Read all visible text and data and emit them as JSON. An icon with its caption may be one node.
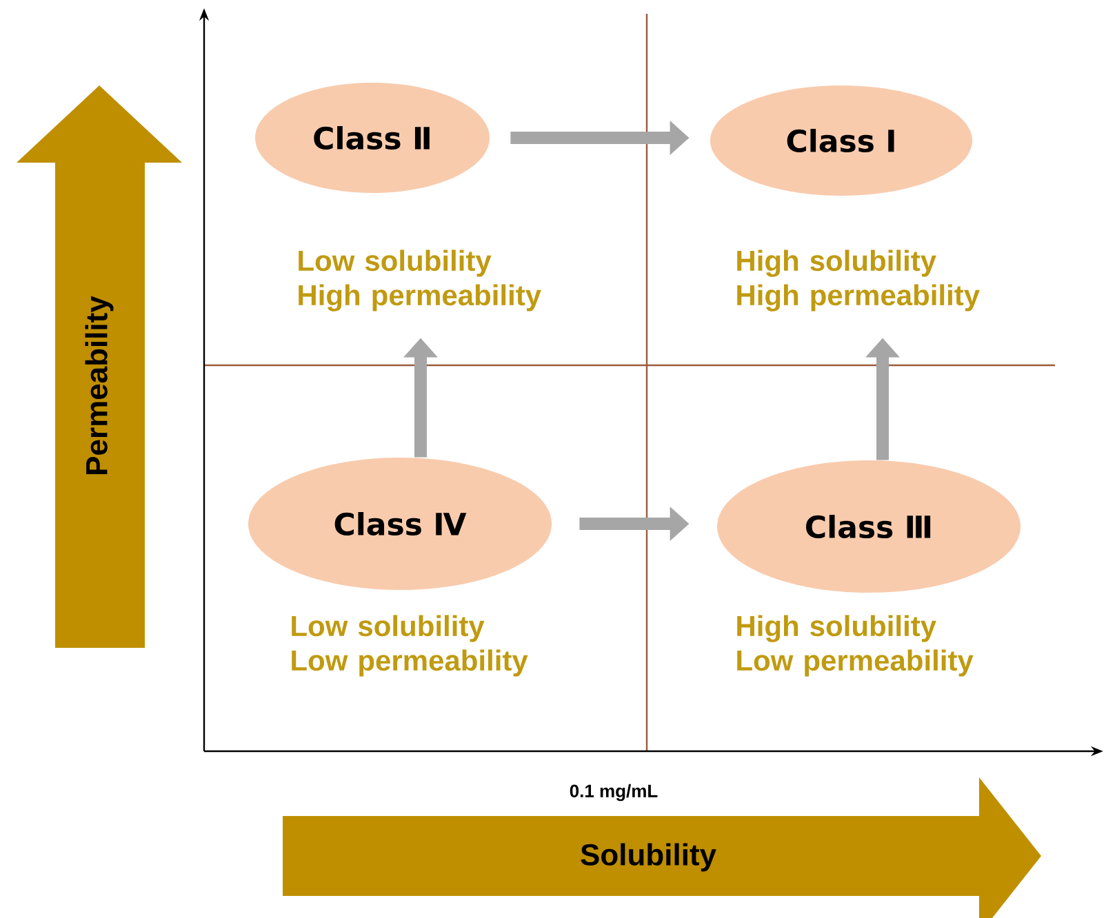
{
  "diagram": {
    "nodes": [
      {
        "text": [
          "Class Ⅱ"
        ],
        "beside": [
          "Low solubility High permeability"
        ]
      },
      {
        "text": [
          "Class Ⅰ"
        ],
        "beside": [
          "High solubility High permeability"
        ]
      },
      {
        "text": [
          "Class Ⅲ"
        ],
        "beside": [
          "High solubility Low permeability"
        ]
      },
      {
        "text": [
          "Class Ⅳ"
        ],
        "beside": [
          "Low solubility Low permeability"
        ]
      },
      {
        "text": [
          "Permeability"
        ]
      },
      {
        "text": [
          "Solubility"
        ]
      }
    ],
    "edges": [
      {
        "from": 0,
        "to": 1,
        "arrow": "to"
      },
      {
        "from": 3,
        "to": 0,
        "arrow": "to"
      },
      {
        "from": 2,
        "to": 1,
        "arrow": "to"
      },
      {
        "from": 3,
        "to": 2,
        "arrow": "to"
      }
    ],
    "labels": [
      "0.1 mg/mL"
    ]
  }
}
